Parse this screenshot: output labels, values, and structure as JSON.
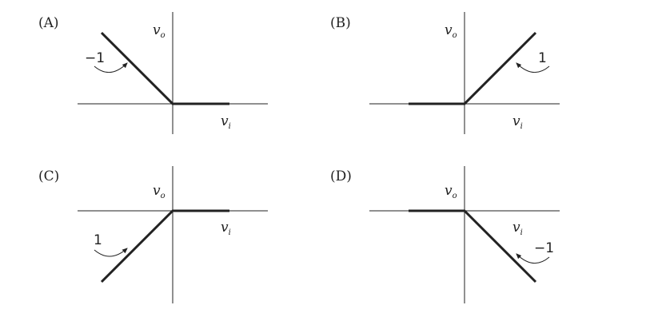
{
  "panels": [
    {
      "label": "(A)",
      "slope_label": "−1",
      "vo": "v",
      "vo_sub": "o",
      "vi": "v",
      "vi_sub": "i"
    },
    {
      "label": "(B)",
      "slope_label": "1",
      "vo": "v",
      "vo_sub": "o",
      "vi": "v",
      "vi_sub": "i"
    },
    {
      "label": "(C)",
      "slope_label": "1",
      "vo": "v",
      "vo_sub": "o",
      "vi": "v",
      "vi_sub": "i"
    },
    {
      "label": "(D)",
      "slope_label": "−1",
      "vo": "v",
      "vo_sub": "o",
      "vi": "v",
      "vi_sub": "i"
    }
  ]
}
